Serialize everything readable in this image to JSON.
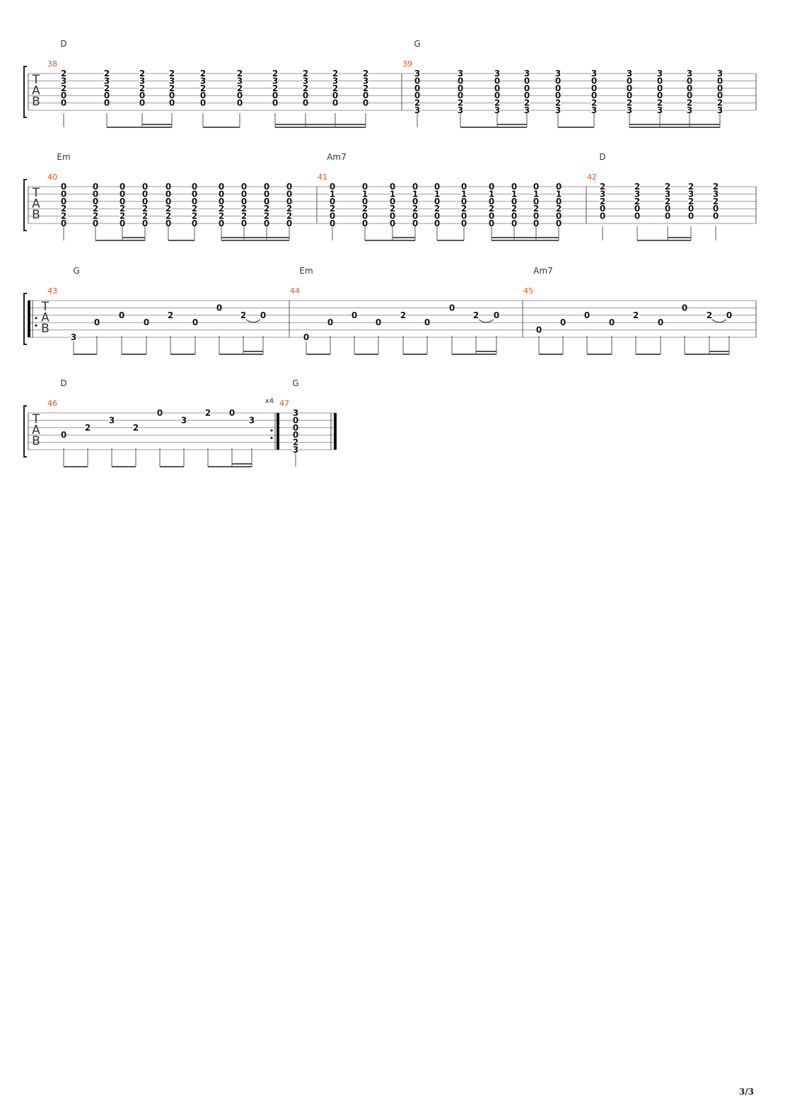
{
  "page": {
    "number": "3/3"
  },
  "tab_label": [
    "T",
    "A",
    "B"
  ],
  "repeat": "x4",
  "measures": [
    {
      "num": "38",
      "chord": "D",
      "events": [
        [
          "2",
          "3",
          "2",
          "0",
          "0",
          ""
        ],
        [
          "2",
          "3",
          "2",
          "0",
          "0",
          ""
        ],
        [
          "2",
          "3",
          "2",
          "0",
          "0",
          ""
        ],
        [
          "2",
          "3",
          "2",
          "0",
          "0",
          ""
        ],
        [
          "2",
          "3",
          "2",
          "0",
          "0",
          ""
        ],
        [
          "2",
          "3",
          "2",
          "0",
          "0",
          ""
        ],
        [
          "2",
          "3",
          "2",
          "0",
          "0",
          ""
        ],
        [
          "2",
          "3",
          "2",
          "0",
          "0",
          ""
        ],
        [
          "2",
          "3",
          "2",
          "0",
          "0",
          ""
        ],
        [
          "2",
          "3",
          "2",
          "0",
          "0",
          ""
        ]
      ]
    },
    {
      "num": "39",
      "chord": "G",
      "events": [
        [
          "3",
          "0",
          "0",
          "0",
          "2",
          "3"
        ],
        [
          "3",
          "0",
          "0",
          "0",
          "2",
          "3"
        ],
        [
          "3",
          "0",
          "0",
          "0",
          "2",
          "3"
        ],
        [
          "3",
          "0",
          "0",
          "0",
          "2",
          "3"
        ],
        [
          "3",
          "0",
          "0",
          "0",
          "2",
          "3"
        ],
        [
          "3",
          "0",
          "0",
          "0",
          "2",
          "3"
        ],
        [
          "3",
          "0",
          "0",
          "0",
          "2",
          "3"
        ],
        [
          "3",
          "0",
          "0",
          "0",
          "2",
          "3"
        ],
        [
          "3",
          "0",
          "0",
          "0",
          "2",
          "3"
        ],
        [
          "3",
          "0",
          "0",
          "0",
          "2",
          "3"
        ]
      ]
    },
    {
      "num": "40",
      "chord": "Em",
      "events": [
        [
          "0",
          "0",
          "0",
          "2",
          "2",
          "0"
        ],
        [
          "0",
          "0",
          "0",
          "2",
          "2",
          "0"
        ],
        [
          "0",
          "0",
          "0",
          "2",
          "2",
          "0"
        ],
        [
          "0",
          "0",
          "0",
          "2",
          "2",
          "0"
        ],
        [
          "0",
          "0",
          "0",
          "2",
          "2",
          "0"
        ],
        [
          "0",
          "0",
          "0",
          "2",
          "2",
          "0"
        ],
        [
          "0",
          "0",
          "0",
          "2",
          "2",
          "0"
        ],
        [
          "0",
          "0",
          "0",
          "2",
          "2",
          "0"
        ],
        [
          "0",
          "0",
          "0",
          "2",
          "2",
          "0"
        ],
        [
          "0",
          "0",
          "0",
          "2",
          "2",
          "0"
        ]
      ]
    },
    {
      "num": "41",
      "chord": "Am7",
      "events": [
        [
          "0",
          "1",
          "0",
          "2",
          "0",
          "0"
        ],
        [
          "0",
          "1",
          "0",
          "2",
          "0",
          "0"
        ],
        [
          "0",
          "1",
          "0",
          "2",
          "0",
          "0"
        ],
        [
          "0",
          "1",
          "0",
          "2",
          "0",
          "0"
        ],
        [
          "0",
          "1",
          "0",
          "2",
          "0",
          "0"
        ],
        [
          "0",
          "1",
          "0",
          "2",
          "0",
          "0"
        ],
        [
          "0",
          "1",
          "0",
          "2",
          "0",
          "0"
        ],
        [
          "0",
          "1",
          "0",
          "2",
          "0",
          "0"
        ],
        [
          "0",
          "1",
          "0",
          "2",
          "0",
          "0"
        ],
        [
          "0",
          "1",
          "0",
          "2",
          "0",
          "0"
        ]
      ]
    },
    {
      "num": "42",
      "chord": "D",
      "events": [
        [
          "2",
          "3",
          "2",
          "0",
          "0",
          ""
        ],
        [
          "2",
          "3",
          "2",
          "0",
          "0",
          ""
        ],
        [
          "2",
          "3",
          "2",
          "0",
          "0",
          ""
        ],
        [
          "2",
          "3",
          "2",
          "0",
          "0",
          ""
        ],
        [
          "2",
          "3",
          "2",
          "0",
          "0",
          ""
        ]
      ]
    },
    {
      "num": "43",
      "chord": "G",
      "notes": [
        {
          "s": 6,
          "f": "3"
        },
        {
          "s": 4,
          "f": "0"
        },
        {
          "s": 3,
          "f": "0"
        },
        {
          "s": 4,
          "f": "0"
        },
        {
          "s": 3,
          "f": "2"
        },
        {
          "s": 4,
          "f": "0"
        },
        {
          "s": 2,
          "f": "0"
        },
        {
          "s": 3,
          "f": "2"
        },
        {
          "s": 3,
          "f": "0"
        }
      ]
    },
    {
      "num": "44",
      "chord": "Em",
      "notes": [
        {
          "s": 6,
          "f": "0"
        },
        {
          "s": 4,
          "f": "0"
        },
        {
          "s": 3,
          "f": "0"
        },
        {
          "s": 4,
          "f": "0"
        },
        {
          "s": 3,
          "f": "2"
        },
        {
          "s": 4,
          "f": "0"
        },
        {
          "s": 2,
          "f": "0"
        },
        {
          "s": 3,
          "f": "2"
        },
        {
          "s": 3,
          "f": "0"
        }
      ]
    },
    {
      "num": "45",
      "chord": "Am7",
      "notes": [
        {
          "s": 5,
          "f": "0"
        },
        {
          "s": 4,
          "f": "0"
        },
        {
          "s": 3,
          "f": "0"
        },
        {
          "s": 4,
          "f": "0"
        },
        {
          "s": 3,
          "f": "2"
        },
        {
          "s": 4,
          "f": "0"
        },
        {
          "s": 2,
          "f": "0"
        },
        {
          "s": 3,
          "f": "2"
        },
        {
          "s": 3,
          "f": "0"
        }
      ]
    },
    {
      "num": "46",
      "chord": "D",
      "notes": [
        {
          "s": 4,
          "f": "0"
        },
        {
          "s": 3,
          "f": "2"
        },
        {
          "s": 2,
          "f": "3"
        },
        {
          "s": 3,
          "f": "2"
        },
        {
          "s": 1,
          "f": "0"
        },
        {
          "s": 2,
          "f": "3"
        },
        {
          "s": 1,
          "f": "2"
        },
        {
          "s": 1,
          "f": "0"
        },
        {
          "s": 2,
          "f": "3"
        }
      ]
    },
    {
      "num": "47",
      "chord": "G",
      "events": [
        [
          "3",
          "0",
          "0",
          "0",
          "2",
          "3"
        ]
      ]
    }
  ]
}
